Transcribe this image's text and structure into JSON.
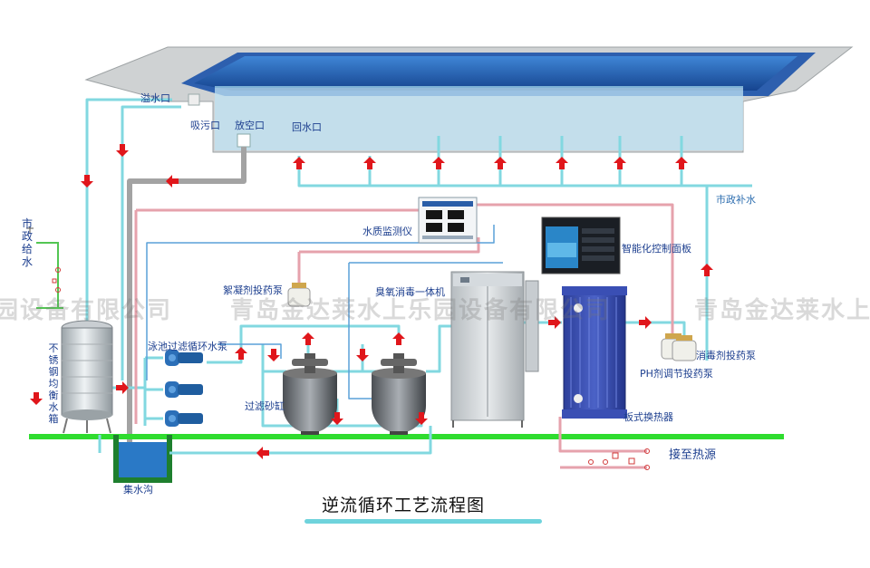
{
  "labels": {
    "overflow": "溢水口",
    "suction": "吸污口",
    "drain": "放空口",
    "return_inlet": "回水口",
    "municipal_makeup": "市政补水",
    "municipal_supply": "市政给水",
    "tank": "不锈钢均衡水箱",
    "water_monitor": "水质监测仪",
    "smart_panel": "智能化控制面板",
    "flocculant_pump": "絮凝剂投药泵",
    "ozone": "臭氧消毒一体机",
    "filter_pump": "泳池过滤循环水泵",
    "sand_filter": "过滤砂缸",
    "disinfectant_pump": "消毒剂投药泵",
    "ph_pump": "PH剂调节投药泵",
    "heat_exchanger": "板式换热器",
    "heat_source": "接至热源",
    "sump": "集水沟"
  },
  "title": "逆流循环工艺流程图",
  "watermark": {
    "left": "园设备有限公司",
    "middle": "青岛金达莱水上乐园设备有限公司",
    "right": "青岛金达莱水上"
  },
  "colors": {
    "water_pipe": "#7fd6df",
    "hot_pipe": "#e8a3ad",
    "supply_pipe": "#5a9fd6",
    "drain_pipe": "#9e9e9e",
    "ground": "#2fdc2f",
    "arrow": "#e0161b",
    "sump": "#1e7f2e",
    "pool_water": "#2a63b8"
  }
}
